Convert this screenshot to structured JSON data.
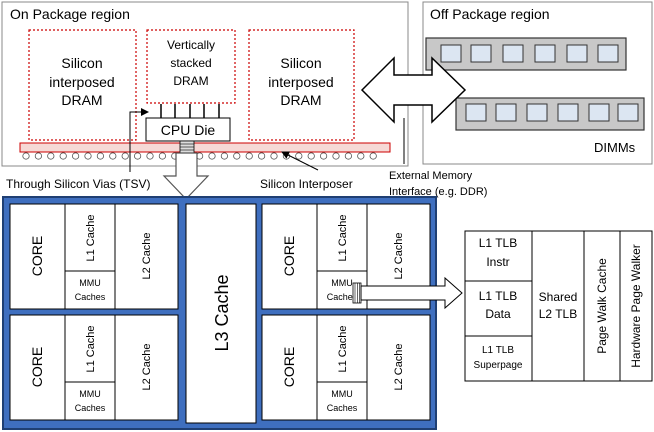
{
  "regions": {
    "on_package": "On Package region",
    "off_package": "Off Package region"
  },
  "package": {
    "left_dram": [
      "Silicon",
      "interposed",
      "DRAM"
    ],
    "stacked_dram": [
      "Vertically",
      "stacked",
      "DRAM"
    ],
    "right_dram": [
      "Silicon",
      "interposed",
      "DRAM"
    ],
    "cpu_die": "CPU Die"
  },
  "off_package": {
    "dimms_label": "DIMMs"
  },
  "annotations": {
    "tsv": "Through Silicon Vias (TSV)",
    "interposer": "Silicon Interposer",
    "ext_mem": [
      "External Memory",
      "Interface (e.g. DDR)"
    ]
  },
  "cpu": {
    "core_label": "CORE",
    "l1_label": "L1 Cache",
    "l2_label": "L2 Cache",
    "mmu_label": [
      "MMU",
      "Caches"
    ],
    "l3_label": "L3  Cache"
  },
  "mmu_detail": {
    "l1_tlb_instr": [
      "L1 TLB",
      "Instr"
    ],
    "l1_tlb_data": [
      "L1 TLB",
      "Data"
    ],
    "l1_tlb_superpage": [
      "L1 TLB",
      "Superpage"
    ],
    "shared_l2_tlb": [
      "Shared",
      "L2 TLB"
    ],
    "page_walk_cache": "Page Walk Cache",
    "hardware_page_walker": "Hardware Page Walker"
  },
  "colors": {
    "dram_border": "#cc0000",
    "interposer_fill": "#f6d9d6",
    "cpu_panel": "#3f6fbf",
    "cpu_panel_border": "#1f3f73",
    "dimm_fill": "#c8c8c8",
    "dimm_chip": "#dce6f2"
  }
}
